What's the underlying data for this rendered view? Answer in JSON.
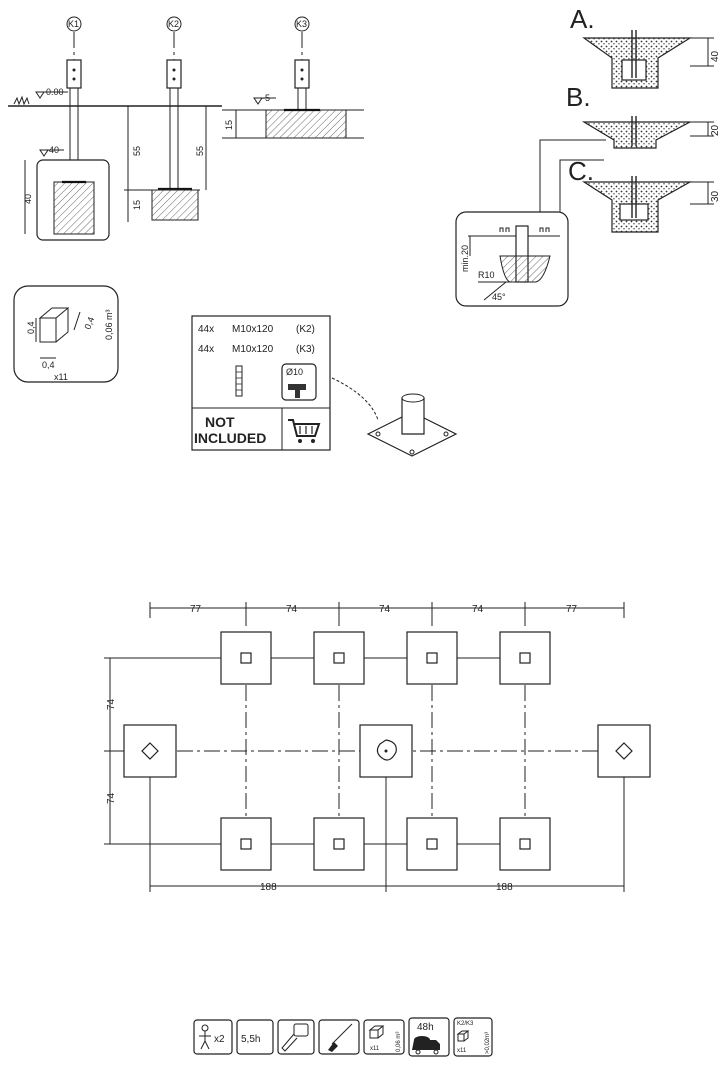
{
  "post_types": {
    "k1": "K1",
    "k2": "K2",
    "k3": "K3"
  },
  "levels": {
    "ground": "0.00",
    "k1_depth": "-40",
    "k3_level": "-5"
  },
  "dims": {
    "k1_block": "40",
    "k2_upper": "55",
    "k2_lower": "15",
    "k2_right": "55",
    "k3_height": "15"
  },
  "variants": {
    "a": {
      "letter": "A.",
      "depth": "40"
    },
    "b": {
      "letter": "B.",
      "depth": "20"
    },
    "c": {
      "letter": "C.",
      "depth": "30"
    }
  },
  "detail": {
    "min_depth": "min.20",
    "radius": "R10",
    "angle": "45°"
  },
  "volume_box": {
    "side_a": "0,4",
    "side_b": "0,4",
    "bottom": "0,4",
    "volume": "0,06 m³",
    "count": "x11"
  },
  "hardware": {
    "line1": {
      "qty": "44x",
      "spec": "M10x120",
      "type": "(K2)"
    },
    "line2": {
      "qty": "44x",
      "spec": "M10x120",
      "type": "(K3)"
    },
    "drill": "Ø10",
    "not_included": [
      "NOT",
      "INCLUDED"
    ]
  },
  "plan": {
    "top_spacing": [
      "77",
      "74",
      "74",
      "74",
      "77"
    ],
    "left_spacing": [
      "74",
      "74"
    ],
    "bottom_spacing": [
      "188",
      "188"
    ]
  },
  "footer": {
    "persons": "x2",
    "time": "5,5h",
    "volume_count": "x11",
    "volume_value": "0,06 m³",
    "cure_time": "48h",
    "k_label": "K2/K3",
    "k_count": "x11",
    "k_volume": ">0,02m³"
  }
}
